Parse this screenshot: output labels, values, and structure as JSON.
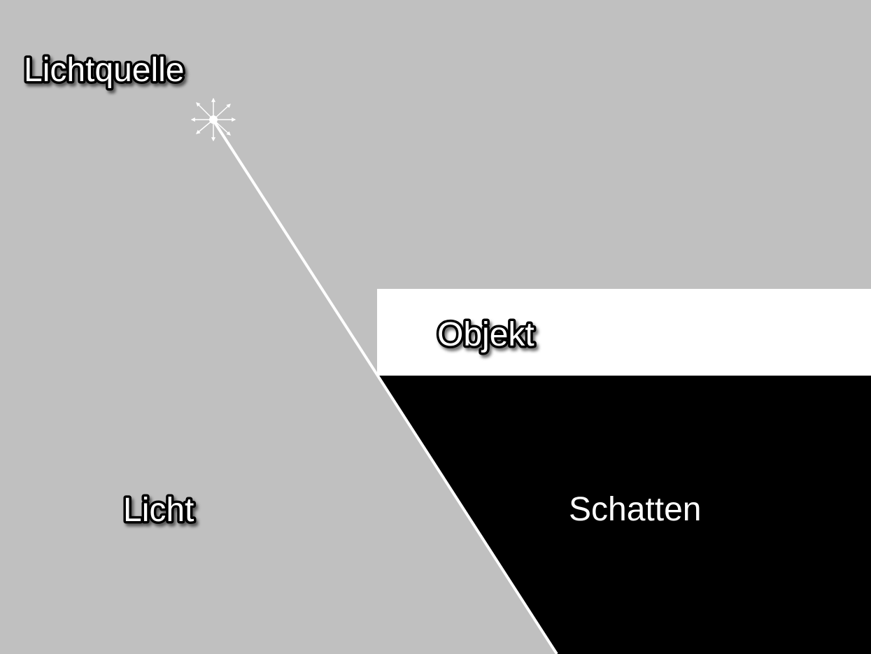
{
  "labels": {
    "light_source": "Lichtquelle",
    "object": "Objekt",
    "light": "Licht",
    "shadow": "Schatten"
  },
  "colors": {
    "background": "#c0c0c0",
    "object": "#ffffff",
    "shadow": "#000000",
    "ray": "#ffffff",
    "text": "#ffffff",
    "text_outline": "#000000"
  },
  "icons": {
    "light_source": "radiating-light-icon"
  }
}
